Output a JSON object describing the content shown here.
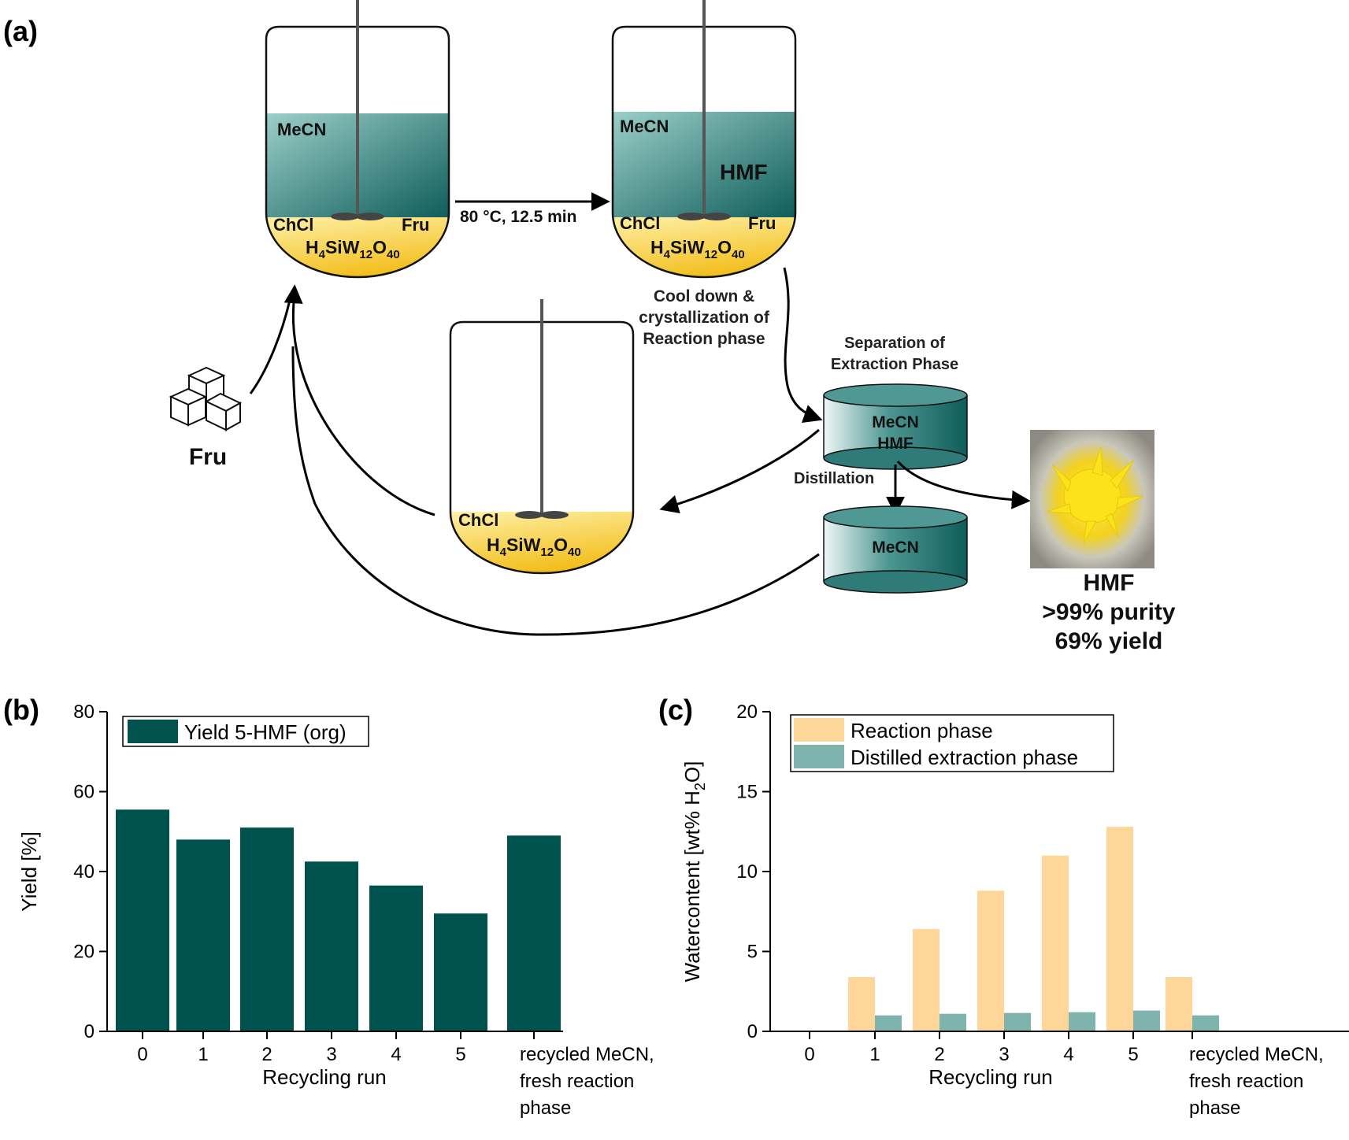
{
  "panel_a": {
    "label": "(a)",
    "reactor1": {
      "top": "MeCN",
      "left": "ChCl",
      "right": "Fru",
      "catalyst": [
        "H",
        "4",
        "SiW",
        "12",
        "O",
        "40"
      ]
    },
    "reactor2": {
      "top": "MeCN",
      "product": "HMF",
      "left": "ChCl",
      "right": "Fru",
      "catalyst": [
        "H",
        "4",
        "SiW",
        "12",
        "O",
        "40"
      ]
    },
    "reactor3": {
      "left": "ChCl",
      "catalyst": [
        "H",
        "4",
        "SiW",
        "12",
        "O",
        "40"
      ]
    },
    "arrow_condition": "80 °C, 12.5 min",
    "cool_down": [
      "Cool down &",
      "crystallization of",
      "Reaction phase"
    ],
    "separation": [
      "Separation of",
      "Extraction Phase"
    ],
    "vessel1": [
      "MeCN",
      "HMF"
    ],
    "distillation": "Distillation",
    "vessel2": "MeCN",
    "feed": "Fru",
    "result": [
      "HMF",
      ">99% purity",
      "69% yield"
    ],
    "colors": {
      "organic_light": "#9ccfc9",
      "organic_dark": "#0f5d5a",
      "des_light": "#fff1a8",
      "des_dark": "#f0b400"
    }
  },
  "chart_data": [
    {
      "panel": "(b)",
      "type": "bar",
      "categories": [
        "0",
        "1",
        "2",
        "3",
        "4",
        "5",
        "recycled MeCN,\nfresh reaction\nphase"
      ],
      "series": [
        {
          "name": "Yield 5-HMF (org)",
          "values": [
            55.5,
            48,
            51,
            42.5,
            36.5,
            29.5,
            49
          ],
          "color": "#00524f"
        }
      ],
      "xlabel": "Recycling run",
      "ylabel": "Yield [%]",
      "ylim": [
        0,
        80
      ],
      "yticks": [
        0,
        20,
        40,
        60,
        80
      ],
      "grid": false,
      "legend": "top-left"
    },
    {
      "panel": "(c)",
      "type": "bar",
      "categories": [
        "0",
        "1",
        "2",
        "3",
        "4",
        "5",
        "recycled MeCN,\nfresh reaction\nphase"
      ],
      "series": [
        {
          "name": "Reaction phase",
          "values": [
            0,
            3.4,
            6.4,
            8.8,
            11.0,
            12.8,
            3.4
          ],
          "color": "#ffd699"
        },
        {
          "name": "Distilled extraction phase",
          "values": [
            0,
            1.0,
            1.1,
            1.15,
            1.2,
            1.3,
            1.0
          ],
          "color": "#7fb3ae"
        }
      ],
      "xlabel": "Recycling run",
      "ylabel": [
        "Watercontent [wt% H",
        "2",
        "O]"
      ],
      "ylim": [
        0,
        20
      ],
      "yticks": [
        0,
        5,
        10,
        15,
        20
      ],
      "grid": false,
      "legend": "top-left"
    }
  ]
}
